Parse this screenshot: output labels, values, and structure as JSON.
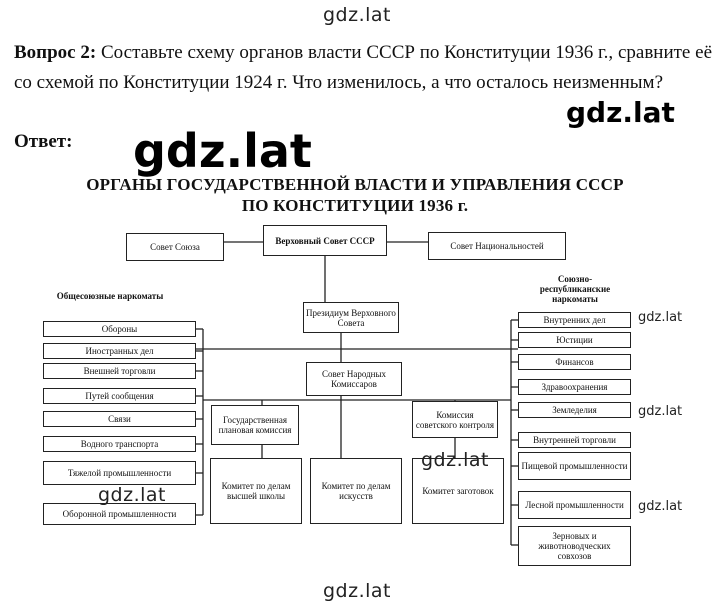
{
  "watermarks": {
    "top": "gdz.lat",
    "right_mid": "gdz.lat",
    "big": "gdz.lat",
    "side1": "gdz.lat",
    "side2": "gdz.lat",
    "side3": "gdz.lat",
    "center": "gdz.lat",
    "left_bottom": "gdz.lat",
    "bottom": "gdz.lat"
  },
  "question": {
    "label": "Вопрос 2:",
    "text": "Составьте схему органов власти СССР по Конституции 1936 г., сравните её со схемой по Конституции 1924 г. Что изменилось, а что осталось неизменным?"
  },
  "answer_label": "Ответ:",
  "diagram": {
    "title_line1": "ОРГАНЫ ГОСУДАРСТВЕННОЙ ВЛАСТИ И УПРАВЛЕНИЯ СССР",
    "title_line2": "ПО КОНСТИТУЦИИ 1936 г.",
    "supreme_soviet": "Верховный Совет СССР",
    "soviet_union": "Совет Союза",
    "soviet_nationalities": "Совет Национальностей",
    "presidium": "Президиум Верховного Совета",
    "sovnarkom": "Совет Народных Комиссаров",
    "gosplan": "Государственная плановая комиссия",
    "control": "Комиссия советского контроля",
    "higher_school": "Комитет по делам высшей школы",
    "arts": "Комитет по делам искусств",
    "procurement": "Комитет заготовок",
    "all_union_heading": "Общесоюзные наркоматы",
    "union_republic_heading": "Союзно-республиканские наркоматы",
    "all_union": [
      "Обороны",
      "Иностранных дел",
      "Внешней торговли",
      "Путей сообщения",
      "Связи",
      "Водного транспорта",
      "Тяжелой промышленности",
      "Оборонной промышленности"
    ],
    "union_republic": [
      "Внутренних дел",
      "Юстиции",
      "Финансов",
      "Здравоохранения",
      "Земледелия",
      "Внутренней торговли",
      "Пищевой промышленности",
      "Лесной промышленности",
      "Зерновых и животноводческих совхозов"
    ]
  }
}
